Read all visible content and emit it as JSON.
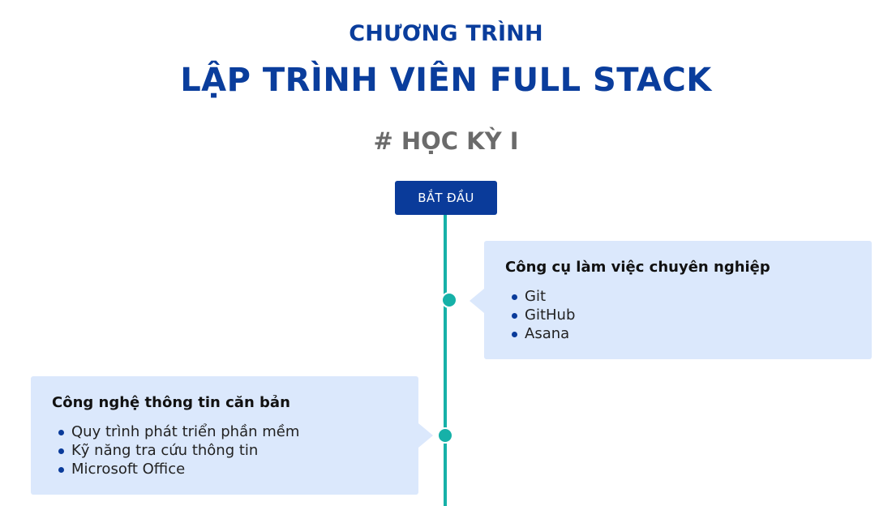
{
  "header": {
    "subtitle": "CHƯƠNG TRÌNH",
    "title": "LẬP TRÌNH VIÊN FULL STACK"
  },
  "semester": {
    "label": "# HỌC KỲ I"
  },
  "timeline": {
    "start_label": "BẮT ĐẦU",
    "colors": {
      "line": "#16b1a8",
      "card_bg": "#dbe8fc",
      "primary": "#0a3b9a",
      "semester_text": "#6b6b6b"
    },
    "items": [
      {
        "side": "right",
        "title": "Công cụ làm việc chuyên nghiệp",
        "bullets": [
          "Git",
          "GitHub",
          "Asana"
        ]
      },
      {
        "side": "left",
        "title": "Công nghệ thông tin căn bản",
        "bullets": [
          "Quy trình phát triển phần mềm",
          "Kỹ năng tra cứu thông tin",
          "Microsoft Office"
        ]
      }
    ]
  }
}
